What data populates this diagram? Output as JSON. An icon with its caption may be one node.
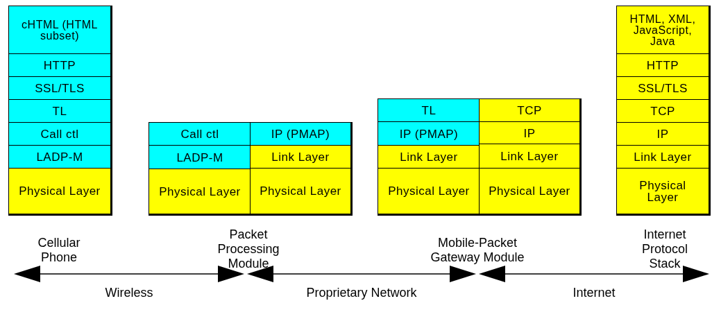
{
  "diagram": {
    "nodes": [
      {
        "text": [
          "Cellular Phone"
        ]
      },
      {
        "text": [
          "cHTML (HTML subset)"
        ],
        "in": 0
      },
      {
        "text": [
          "HTTP"
        ],
        "in": 0
      },
      {
        "text": [
          "SSL/TLS"
        ],
        "in": 0
      },
      {
        "text": [
          "TL"
        ],
        "in": 0
      },
      {
        "text": [
          "Call ctl"
        ],
        "in": 0
      },
      {
        "text": [
          "LADP-M"
        ],
        "in": 0
      },
      {
        "text": [
          "Physical Layer"
        ],
        "in": 0
      },
      {
        "text": [
          "Packet Processing Module"
        ]
      },
      {
        "text": [
          "Call ctl"
        ],
        "in": 8
      },
      {
        "text": [
          "IP (PMAP)"
        ],
        "in": 8
      },
      {
        "text": [
          "LADP-M"
        ],
        "in": 8
      },
      {
        "text": [
          "Link Layer"
        ],
        "in": 8
      },
      {
        "text": [
          "Physical Layer"
        ],
        "in": 8
      },
      {
        "text": [
          "Physical Layer"
        ],
        "in": 8
      },
      {
        "text": [
          "Mobile-Packet Gateway Module"
        ]
      },
      {
        "text": [
          "TL"
        ],
        "in": 15
      },
      {
        "text": [
          "TCP"
        ],
        "in": 15
      },
      {
        "text": [
          "IP (PMAP)"
        ],
        "in": 15
      },
      {
        "text": [
          "IP"
        ],
        "in": 15
      },
      {
        "text": [
          "Link Layer"
        ],
        "in": 15
      },
      {
        "text": [
          "Link Layer"
        ],
        "in": 15
      },
      {
        "text": [
          "Physical Layer"
        ],
        "in": 15
      },
      {
        "text": [
          "Physical Layer"
        ],
        "in": 15
      },
      {
        "text": [
          "Internet Protocol Stack"
        ]
      },
      {
        "text": [
          "HTML, XML, JavaScript, Java"
        ],
        "in": 24
      },
      {
        "text": [
          "HTTP"
        ],
        "in": 24
      },
      {
        "text": [
          "SSL/TLS"
        ],
        "in": 24
      },
      {
        "text": [
          "TCP"
        ],
        "in": 24
      },
      {
        "text": [
          "IP"
        ],
        "in": 24
      },
      {
        "text": [
          "Link Layer"
        ],
        "in": 24
      },
      {
        "text": [
          "Physical Layer"
        ],
        "in": 24
      }
    ],
    "labels": [
      "Wireless",
      "Proprietary Network",
      "Internet"
    ]
  }
}
